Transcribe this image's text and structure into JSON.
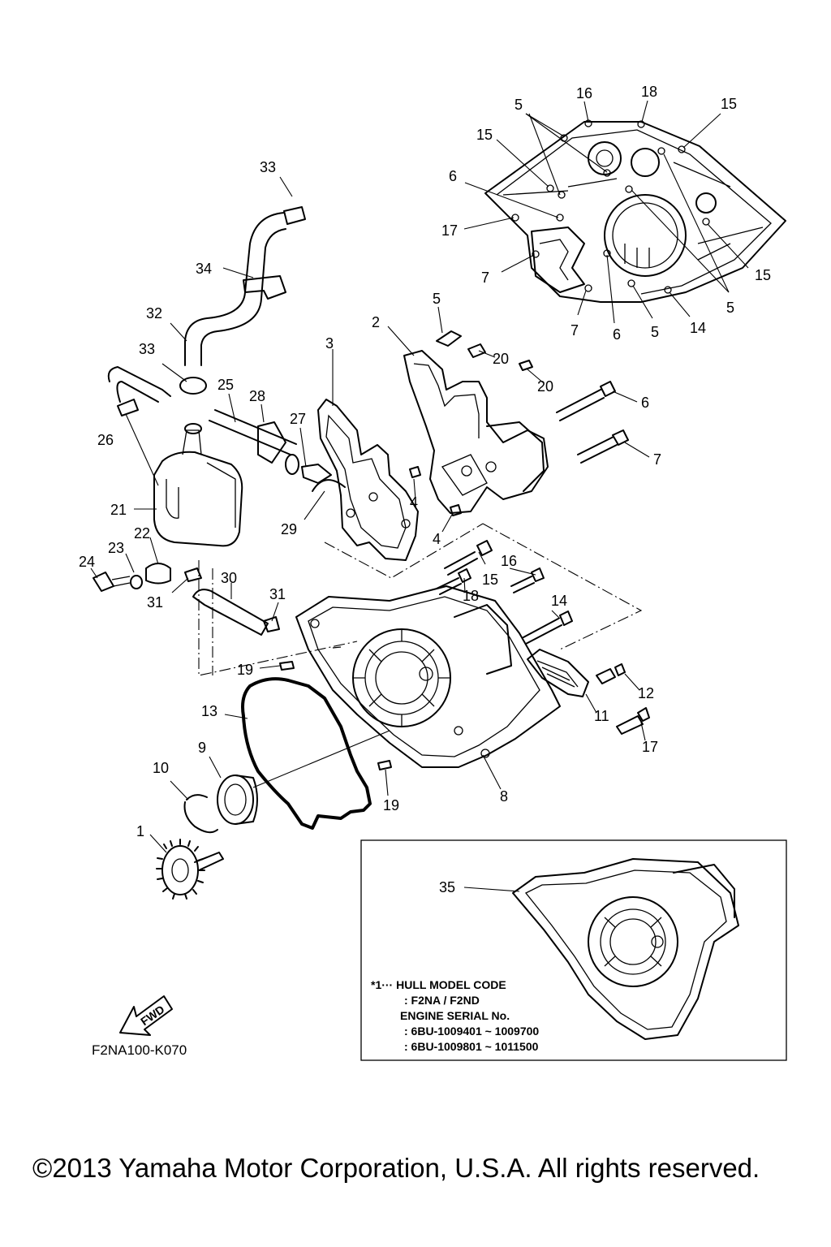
{
  "callouts": {
    "c1": "1",
    "c2": "2",
    "c3": "3",
    "c4a": "4",
    "c4b": "4",
    "c5a": "5",
    "c5b": "5",
    "c5c": "5",
    "c5d": "5",
    "c6a": "6",
    "c6b": "6",
    "c6c": "6",
    "c7a": "7",
    "c7b": "7",
    "c7c": "7",
    "c8": "8",
    "c9": "9",
    "c10": "10",
    "c11": "11",
    "c12": "12",
    "c13": "13",
    "c14a": "14",
    "c14b": "14",
    "c15a": "15",
    "c15b": "15",
    "c15c": "15",
    "c15d": "15",
    "c16a": "16",
    "c16b": "16",
    "c17a": "17",
    "c17b": "17",
    "c18a": "18",
    "c18b": "18",
    "c19a": "19",
    "c19b": "19",
    "c20a": "20",
    "c20b": "20",
    "c21": "21",
    "c22": "22",
    "c23": "23",
    "c24": "24",
    "c25": "25",
    "c26": "26",
    "c27": "27",
    "c28": "28",
    "c29": "29",
    "c30": "30",
    "c31a": "31",
    "c31b": "31",
    "c32": "32",
    "c33a": "33",
    "c33b": "33",
    "c34": "34",
    "c35": "35"
  },
  "note": {
    "line1": "*1··· HULL MODEL CODE",
    "line2": ": F2NA / F2ND",
    "line3": "ENGINE SERIAL No.",
    "line4": ": 6BU-1009401 ~ 1009700",
    "line5": ": 6BU-1009801 ~ 1011500"
  },
  "fwd_arrow_text": "FWD",
  "figure_code": "F2NA100-K070",
  "copyright": "©2013 Yamaha Motor Corporation, U.S.A. All rights reserved.",
  "colors": {
    "line": "#000000",
    "background": "#ffffff"
  }
}
